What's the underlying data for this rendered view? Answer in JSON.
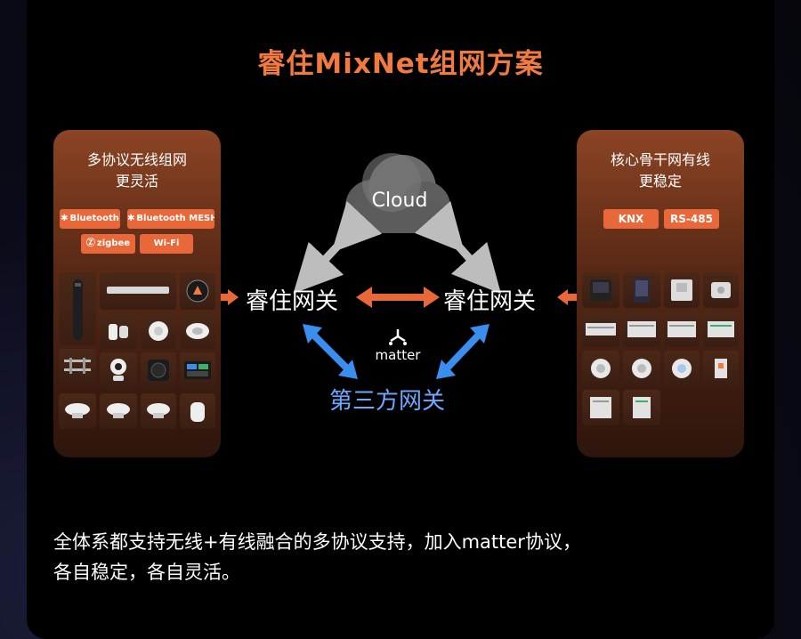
{
  "title": "睿住MixNet组网方案",
  "left_panel": {
    "title_line1": "多协议无线组网",
    "title_line2": "更灵活",
    "badges": [
      {
        "label": "Bluetooth",
        "icon": "bluetooth-icon"
      },
      {
        "label": "Bluetooth MESH",
        "icon": "bluetooth-icon"
      },
      {
        "label": "zigbee",
        "icon": "zigbee-icon"
      },
      {
        "label": "Wi-Fi",
        "icon": "wifi-icon"
      }
    ]
  },
  "right_panel": {
    "title_line1": "核心骨干网有线",
    "title_line2": "更稳定",
    "badges": [
      {
        "label": "KNX"
      },
      {
        "label": "RS-485"
      }
    ]
  },
  "cloud": {
    "label": "Cloud"
  },
  "gateways": {
    "left": "睿住网关",
    "right": "睿住网关",
    "third_party": "第三方网关"
  },
  "matter": {
    "label": "matter",
    "icon": "matter-icon"
  },
  "description": {
    "line1": "全体系都支持无线+有线融合的多协议支持，加入matter协议，",
    "line2": "各自稳定，各自灵活。"
  },
  "colors": {
    "title": "#f07a40",
    "accent_orange": "#e8683a",
    "arrow_blue": "#3a8ef0",
    "third_party_text": "#6fa9ff"
  }
}
